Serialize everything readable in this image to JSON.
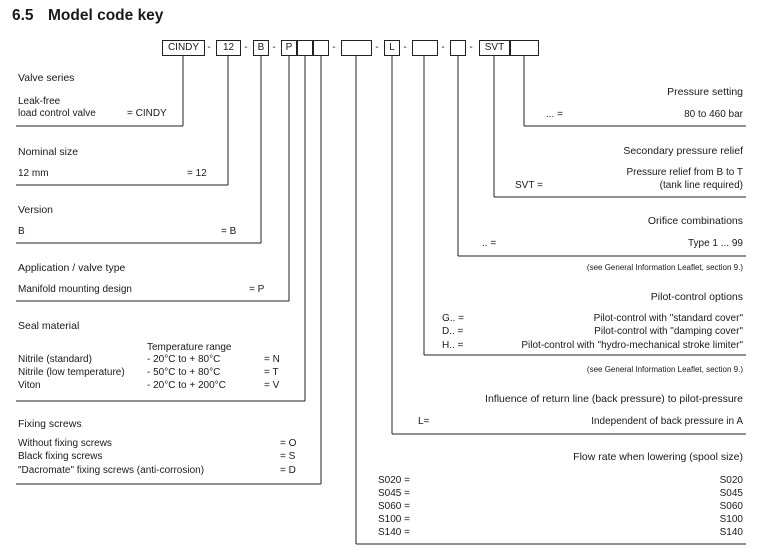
{
  "title": {
    "number": "6.5",
    "text": "Model code key"
  },
  "code_boxes": [
    "CINDY",
    "12",
    "B",
    "P",
    "",
    "",
    "L",
    "",
    "",
    "SVT",
    ""
  ],
  "code_separator": "-",
  "valve_series": {
    "heading": "Valve series",
    "line1": "Leak-free",
    "line2": "load control valve",
    "code": "= CINDY"
  },
  "nominal_size": {
    "heading": "Nominal size",
    "label": "12 mm",
    "code": "= 12"
  },
  "version": {
    "heading": "Version",
    "label": "B",
    "code": "= B"
  },
  "application": {
    "heading": "Application / valve type",
    "label": "Manifold mounting design",
    "code": "= P"
  },
  "seal_material": {
    "heading": "Seal material",
    "temp_header": "Temperature range",
    "rows": [
      {
        "label": "Nitrile (standard)",
        "temp": "- 20°C to + 80°C",
        "code": "= N"
      },
      {
        "label": "Nitrile (low temperature)",
        "temp": "- 50°C to + 80°C",
        "code": "= T"
      },
      {
        "label": "Viton",
        "temp": "- 20°C to + 200°C",
        "code": "= V"
      }
    ]
  },
  "fixing_screws": {
    "heading": "Fixing screws",
    "rows": [
      {
        "label": "Without fixing screws",
        "code": "= O"
      },
      {
        "label": "Black fixing screws",
        "code": "= S"
      },
      {
        "label": "\"Dacromate\" fixing screws (anti-corrosion)",
        "code": "= D"
      }
    ]
  },
  "pressure_setting": {
    "heading": "Pressure setting",
    "code": "... =",
    "value": "80 to 460 bar"
  },
  "secondary_relief": {
    "heading": "Secondary pressure relief",
    "code": "SVT =",
    "line1": "Pressure relief from B to T",
    "line2": "(tank line required)"
  },
  "orifice": {
    "heading": "Orifice combinations",
    "code": ".. =",
    "value": "Type 1 ... 99",
    "note": "(see General Information Leaflet, section 9.)"
  },
  "pilot_control": {
    "heading": "Pilot-control options",
    "rows": [
      {
        "code": "G.. =",
        "value": "Pilot-control with \"standard cover\""
      },
      {
        "code": "D.. =",
        "value": "Pilot-control with \"damping cover\""
      },
      {
        "code": "H.. =",
        "value": "Pilot-control with \"hydro-mechanical stroke limiter\""
      }
    ],
    "note": "(see General Information Leaflet, section 9.)"
  },
  "return_line": {
    "heading": "Influence of return line (back pressure) to pilot-pressure",
    "code": "L=",
    "value": "Independent of back pressure in A"
  },
  "flow_rate": {
    "heading": "Flow rate when lowering (spool size)",
    "rows": [
      {
        "code": "S020 =",
        "value": "S020"
      },
      {
        "code": "S045 =",
        "value": "S045"
      },
      {
        "code": "S060 =",
        "value": "S060"
      },
      {
        "code": "S100 =",
        "value": "S100"
      },
      {
        "code": "S140 =",
        "value": "S140"
      }
    ]
  }
}
